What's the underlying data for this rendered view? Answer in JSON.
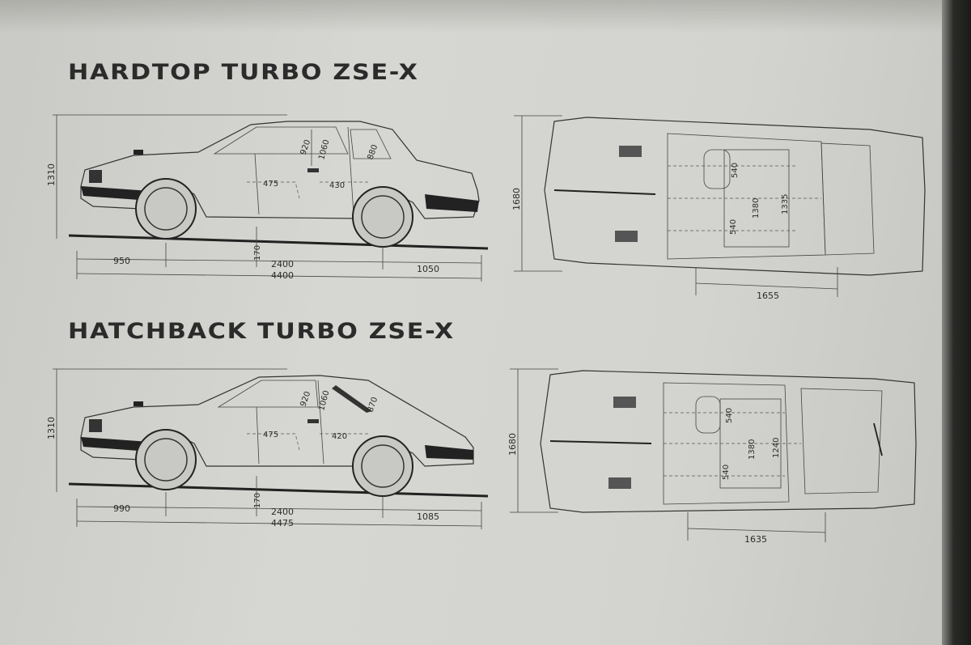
{
  "titles": {
    "hardtop": "HARDTOP TURBO ZSE-X",
    "hatchback": "HATCHBACK TURBO ZSE-X"
  },
  "hardtop": {
    "height": "1310",
    "overhang_front": "950",
    "wheelbase": "2400",
    "overhang_rear": "1050",
    "overall_length": "4400",
    "ground_clearance": "170",
    "headroom_front": "920",
    "headroom_mid": "1060",
    "headroom_rear": "880",
    "legroom_front": "475",
    "legroom_rear": "430",
    "width": "1680",
    "seat_width_front": "540",
    "seat_width_rear": "540",
    "shoulder_front": "1380",
    "shoulder_rear": "1335",
    "interior_length": "1655"
  },
  "hatchback": {
    "height": "1310",
    "overhang_front": "990",
    "wheelbase": "2400",
    "overhang_rear": "1085",
    "overall_length": "4475",
    "ground_clearance": "170",
    "headroom_front": "920",
    "headroom_mid": "1060",
    "headroom_rear": "870",
    "legroom_front": "475",
    "legroom_rear": "420",
    "width": "1680",
    "seat_width_front": "540",
    "seat_width_rear": "540",
    "shoulder_front": "1380",
    "shoulder_rear": "1240",
    "interior_length": "1635"
  }
}
